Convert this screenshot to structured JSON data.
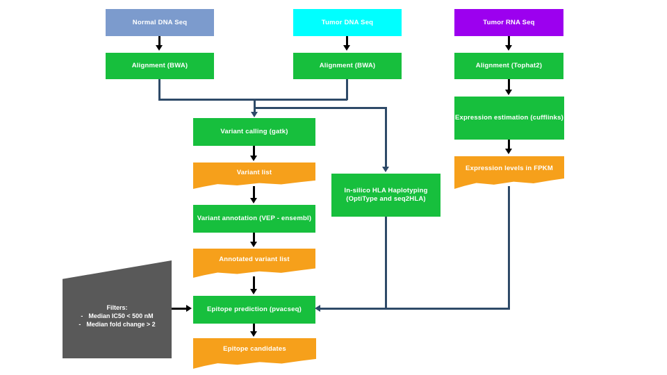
{
  "colors": {
    "blue": "#7C9BCD",
    "cyan": "#00FFFF",
    "purple": "#9C00EF",
    "green": "#17BF3D",
    "orange": "#F6A01B",
    "navy": "#2E4A68",
    "gray": "#595959",
    "black": "#000000",
    "label_text": "#FFFFFF"
  },
  "nodes": {
    "normal_dna_seq": "Normal DNA Seq",
    "tumor_dna_seq": "Tumor DNA Seq",
    "tumor_rna_seq": "Tumor RNA Seq",
    "alignment_normal": "Alignment (BWA)",
    "alignment_tumor": "Alignment (BWA)",
    "alignment_rna": "Alignment (Tophat2)",
    "expression_estimation": "Expression estimation (cufflinks)",
    "expression_levels": "Expression levels in FPKM",
    "variant_calling": "Variant calling (gatk)",
    "variant_list": "Variant list",
    "hla_typing_line1": "In-silico HLA Haplotyping",
    "hla_typing_line2": "(OptiType and seq2HLA)",
    "variant_annotation": "Variant annotation (VEP - ensembl)",
    "annotated_variant_list": "Annotated variant list",
    "epitope_prediction": "Epitope prediction (pvacseq)",
    "epitope_candidates": "Epitope candidates",
    "filters": {
      "title": "Filters:",
      "bullet": "-",
      "items": [
        "Median IC50 <  500 nM",
        "Median fold change > 2"
      ]
    }
  }
}
